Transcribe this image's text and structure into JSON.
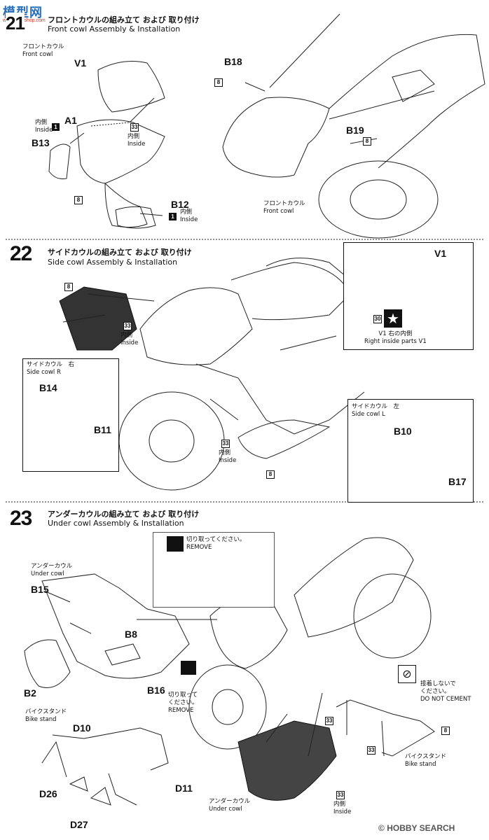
{
  "watermark_top": {
    "chars": "模型网",
    "url": "www.hmoshop.com"
  },
  "step21": {
    "num": "21",
    "title_jp": "フロントカウルの組み立て および 取り付け",
    "title_en": "Front cowl Assembly & Installation"
  },
  "step22": {
    "num": "22",
    "title_jp": "サイドカウルの組み立て および 取り付け",
    "title_en": "Side cowl Assembly & Installation"
  },
  "step23": {
    "num": "23",
    "title_jp": "アンダーカウルの組み立て および 取り付け",
    "title_en": "Under cowl Assembly & Installation"
  },
  "s21": {
    "front_cowl_jp": "フロントカウル",
    "front_cowl_en": "Front cowl",
    "v1": "V1",
    "a1": "A1",
    "b13": "B13",
    "b12": "B12",
    "b18": "B18",
    "b19": "B19",
    "inside_jp": "内側",
    "inside_en": "Inside",
    "n1": "1",
    "n8": "8",
    "n33": "33",
    "front_cowl2_jp": "フロントカウル",
    "front_cowl2_en": "Front cowl"
  },
  "s22": {
    "n8": "8",
    "n33": "33",
    "inside_jp": "内側",
    "inside_en": "Inside",
    "side_r_jp": "サイドカウル　右",
    "side_r_en": "Side cowl R",
    "b14": "B14",
    "b11": "B11",
    "side_l_jp": "サイドカウル　左",
    "side_l_en": "Side cowl L",
    "b10": "B10",
    "b17": "B17",
    "v1": "V1",
    "n30": "30",
    "v1_jp": "V1 右の内側",
    "v1_en": "Right inside parts V1"
  },
  "s23": {
    "under_jp": "アンダーカウル",
    "under_en": "Under cowl",
    "b15": "B15",
    "b8": "B8",
    "b2": "B2",
    "b16": "B16",
    "remove1_jp": "切り取ってください。",
    "remove1_en": "REMOVE",
    "remove2_jp": "切り取って\nください。",
    "remove2_en": "REMOVE",
    "stand_jp": "バイクスタンド",
    "stand_en": "Bike stand",
    "d10": "D10",
    "d26": "D26",
    "d27": "D27",
    "d11": "D11",
    "nocement_jp": "接着しないで\nください。",
    "nocement_en": "DO NOT CEMENT",
    "n33": "33",
    "n8": "8",
    "stand2_jp": "バイクスタンド",
    "stand2_en": "Bike stand",
    "under2_jp": "アンダーカウル",
    "under2_en": "Under cowl",
    "inside_jp": "内側",
    "inside_en": "Inside"
  },
  "footer": {
    "brand": "HOBBY SEARCH",
    "copyright": "©"
  }
}
